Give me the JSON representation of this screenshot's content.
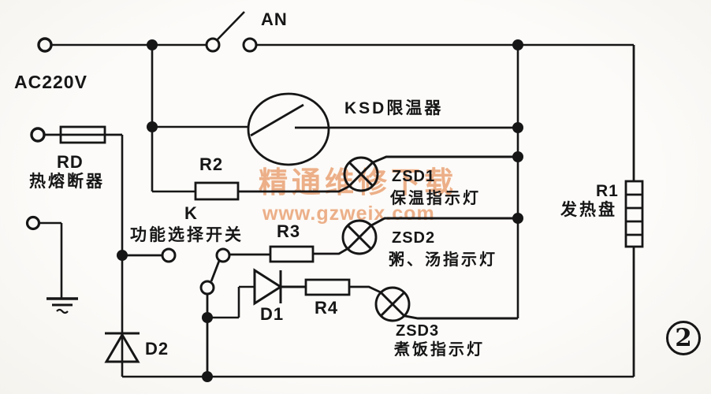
{
  "labels": {
    "power": "AC220V",
    "switch_an": "AN",
    "ksd": "KSD限温器",
    "rd_code": "RD",
    "rd_name": "热熔断器",
    "r2": "R2",
    "k_code": "K",
    "k_name": "功能选择开关",
    "r3": "R3",
    "d1": "D1",
    "r4": "R4",
    "d2": "D2",
    "zsd1_code": "ZSD1",
    "zsd1_name": "保温指示灯",
    "zsd2_code": "ZSD2",
    "zsd2_name": "粥、汤指示灯",
    "zsd3_code": "ZSD3",
    "zsd3_name": "煮饭指示灯",
    "r1": "R1",
    "r1_name": "发热盘",
    "figure_number": "2"
  },
  "watermark": {
    "line1": "精通维修下载",
    "line2": "www.gzweix.com",
    "color": "#de824a"
  },
  "colors": {
    "ink": "#161616",
    "paper": "#fbfaf8"
  }
}
